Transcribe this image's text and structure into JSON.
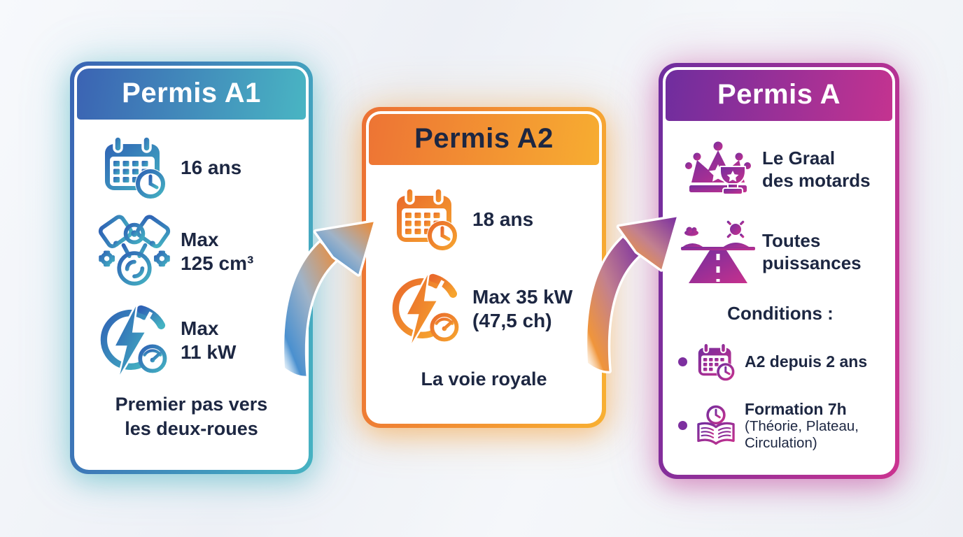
{
  "text_color": "#1d2742",
  "background_color": "#eff2f7",
  "cards": [
    {
      "title": "Permis A1",
      "title_color": "#ffffff",
      "accent_from": "#3b63b3",
      "accent_to": "#49b5c3",
      "rows": [
        {
          "icon": "calendar-clock-icon",
          "text": "16 ans"
        },
        {
          "icon": "engine-icon",
          "text": "Max\n125 cm³"
        },
        {
          "icon": "power-gauge-icon",
          "text": "Max\n11 kW"
        }
      ],
      "footer": "Premier pas vers\nles deux-roues"
    },
    {
      "title": "Permis A2",
      "title_color": "#1d2742",
      "accent_from": "#ed7434",
      "accent_to": "#f7ad31",
      "rows": [
        {
          "icon": "calendar-clock-icon",
          "text": "18 ans"
        },
        {
          "icon": "power-gauge-icon",
          "text": "Max 35 kW\n(47,5 ch)"
        }
      ],
      "footer": "La voie royale"
    },
    {
      "title": "Permis A",
      "title_color": "#ffffff",
      "accent_from": "#6f2d9e",
      "accent_to": "#c43390",
      "rows": [
        {
          "icon": "crown-trophy-icon",
          "text": "Le Graal\ndes motards"
        },
        {
          "icon": "road-icon",
          "text": "Toutes\npuissances"
        }
      ],
      "conditions_heading": "Conditions :",
      "conditions": [
        {
          "icon": "calendar-clock-icon",
          "text": "A2 depuis 2 ans",
          "subtext": ""
        },
        {
          "icon": "book-clock-icon",
          "text": "Formation 7h",
          "subtext": "(Théorie, Plateau,\nCirculation)"
        }
      ]
    }
  ],
  "arrows": [
    {
      "name": "arrow-a1-to-a2",
      "from_color": "#4a90cf",
      "to_color": "#ee8a33"
    },
    {
      "name": "arrow-a2-to-a",
      "from_color": "#f0953b",
      "to_color": "#7b2fa0"
    }
  ]
}
